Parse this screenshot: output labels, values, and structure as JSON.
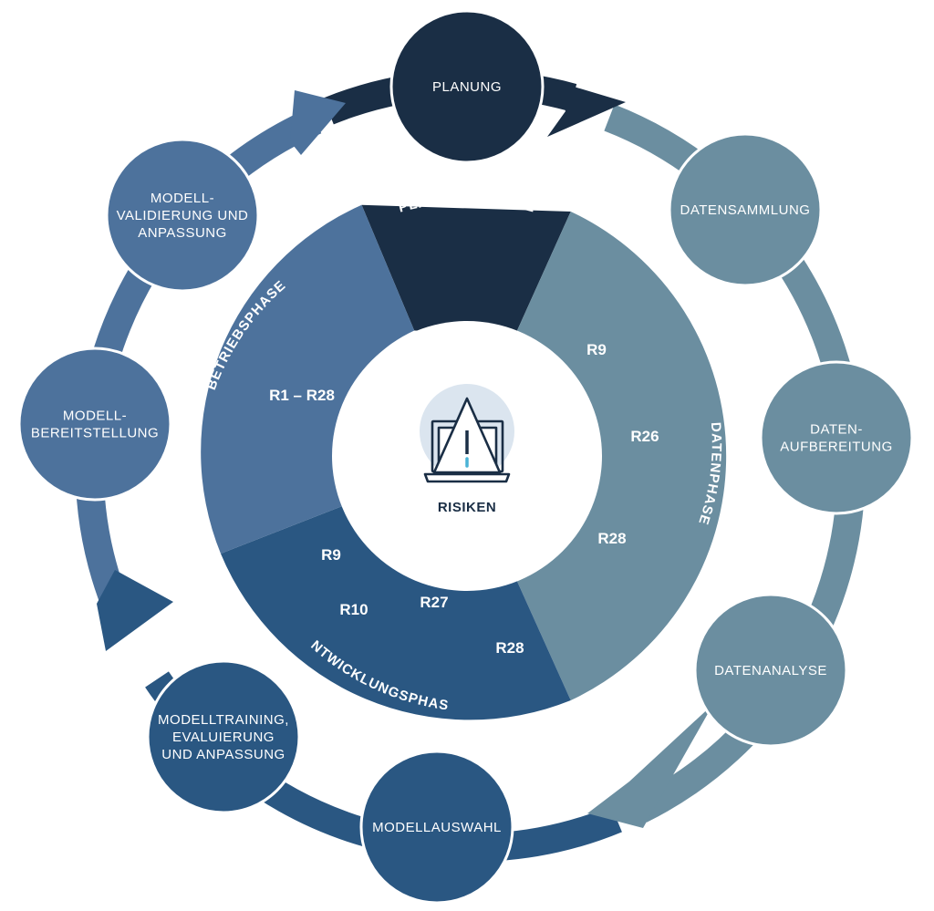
{
  "colors": {
    "navy": "#1a2e45",
    "dark_blue": "#2a5782",
    "mid_blue": "#4d729c",
    "slate": "#6b8ea0",
    "icon_circle": "#dbe5ef",
    "center_text": "#1a2e45"
  },
  "center": {
    "label": "RISIKEN",
    "icon": "warning-laptop-icon"
  },
  "phases": [
    {
      "id": "planung",
      "label": "PLANUNGSPHASE",
      "color": "#1a2e45",
      "risks": []
    },
    {
      "id": "daten",
      "label": "DATENPHASE",
      "color": "#6b8ea0",
      "risks": [
        "R9",
        "R26",
        "R28"
      ]
    },
    {
      "id": "entwicklung",
      "label": "ENTWICKLUNGSPHASE",
      "color": "#2a5782",
      "risks": [
        "R9",
        "R10",
        "R27",
        "R28"
      ]
    },
    {
      "id": "betrieb",
      "label": "BETRIEBSPHASE",
      "color": "#4d729c",
      "risks": [
        "R1 – R28"
      ]
    }
  ],
  "cycle_steps": [
    {
      "id": "planung",
      "lines": [
        "PLANUNG"
      ],
      "color": "#1a2e45"
    },
    {
      "id": "datensammlung",
      "lines": [
        "DATENSAMMLUNG"
      ],
      "color": "#6b8ea0"
    },
    {
      "id": "datenaufbereitung",
      "lines": [
        "DATEN-",
        "AUFBEREITUNG"
      ],
      "color": "#6b8ea0"
    },
    {
      "id": "datenanalyse",
      "lines": [
        "DATENANALYSE"
      ],
      "color": "#6b8ea0"
    },
    {
      "id": "modellauswahl",
      "lines": [
        "MODELLAUSWAHL"
      ],
      "color": "#2a5782"
    },
    {
      "id": "modelltraining",
      "lines": [
        "MODELLTRAINING,",
        "EVALUIERUNG",
        "UND ANPASSUNG"
      ],
      "color": "#2a5782"
    },
    {
      "id": "modellbereitstellung",
      "lines": [
        "MODELL-",
        "BEREITSTELLUNG"
      ],
      "color": "#4d729c"
    },
    {
      "id": "modellvalidierung",
      "lines": [
        "MODELL-",
        "VALIDIERUNG UND",
        "ANPASSUNG"
      ],
      "color": "#4d729c"
    }
  ]
}
